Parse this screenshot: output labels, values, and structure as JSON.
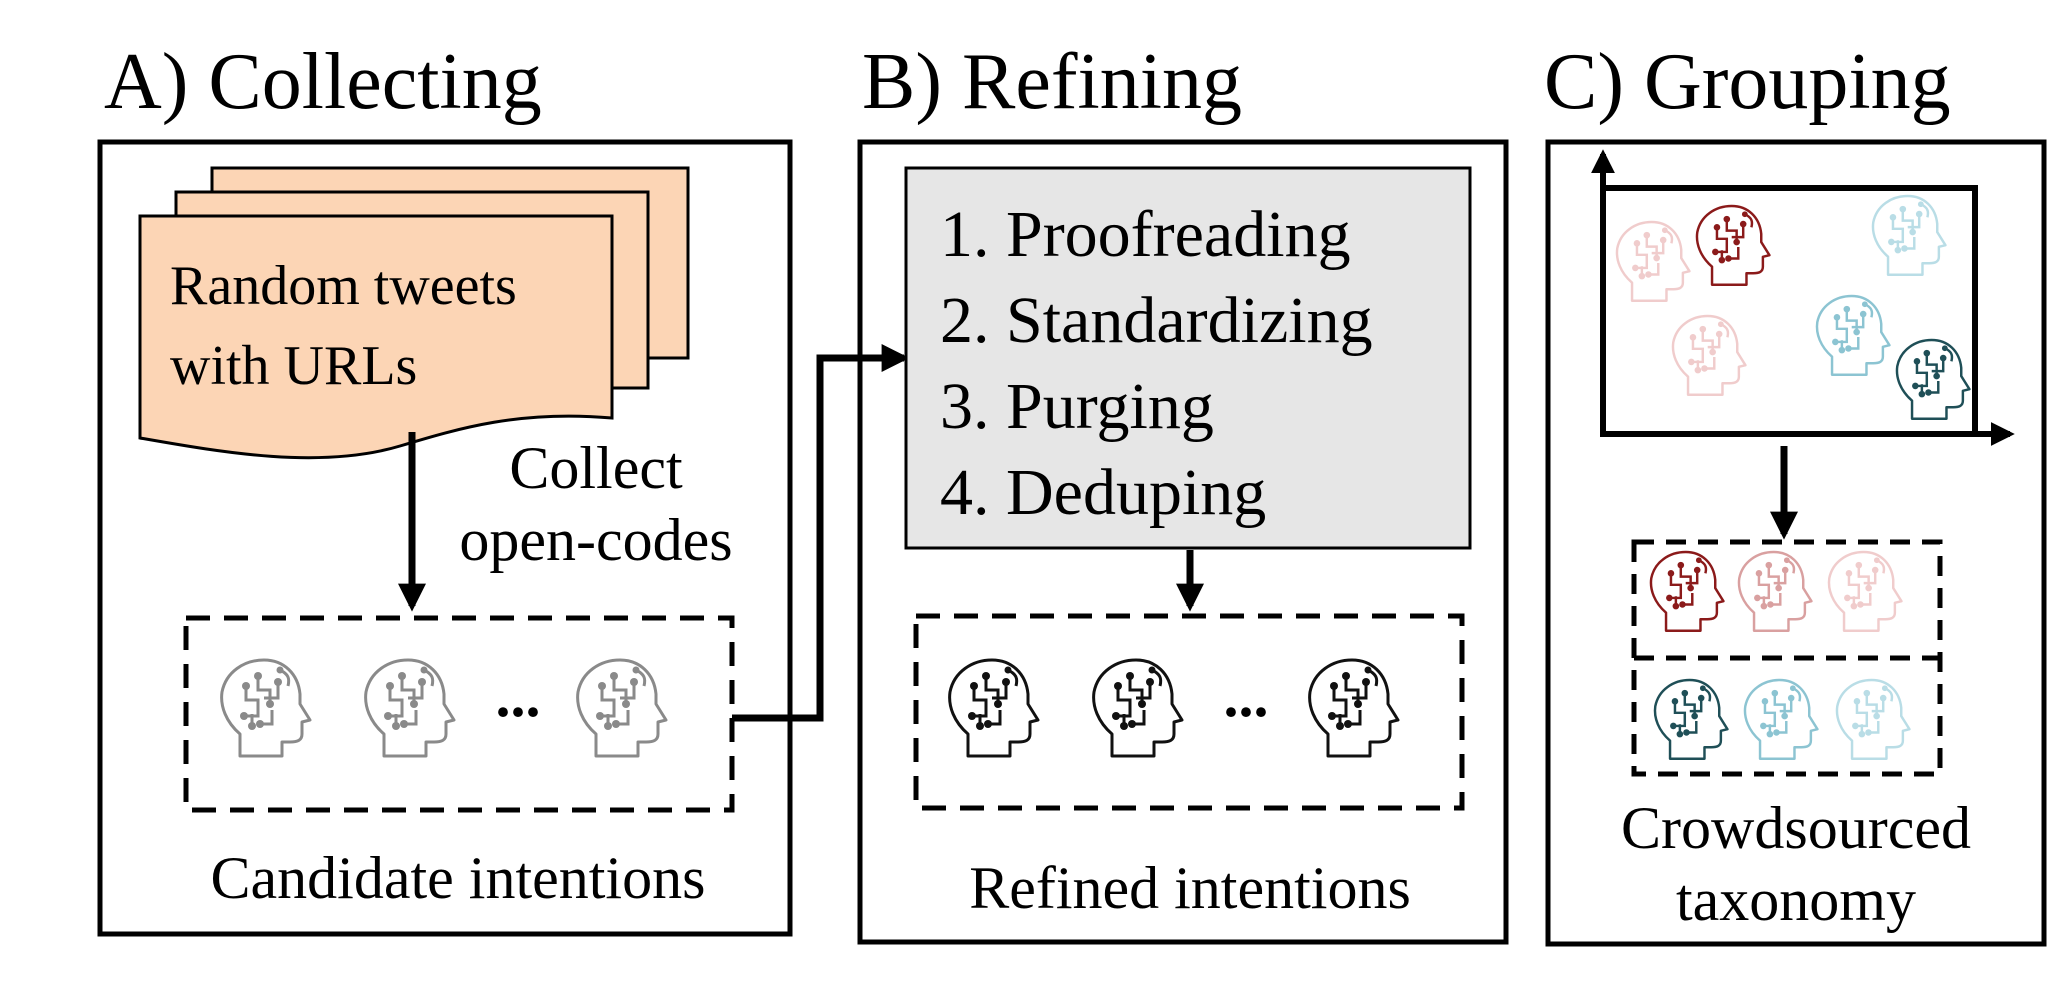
{
  "panels": {
    "a": {
      "title": "A) Collecting",
      "document_text": [
        "Random tweets",
        "with URLs"
      ],
      "arrow_label": [
        "Collect",
        "open-codes"
      ],
      "box_label": "Candidate intentions",
      "ellipsis": "..."
    },
    "b": {
      "title": "B) Refining",
      "steps": [
        "1. Proofreading",
        "2. Standardizing",
        "3. Purging",
        "4. Deduping"
      ],
      "box_label": "Refined intentions",
      "ellipsis": "..."
    },
    "c": {
      "title": "C) Grouping",
      "box_label": [
        "Crowdsourced",
        "taxonomy"
      ]
    }
  },
  "colors": {
    "doc_fill": "#fcd5b5",
    "steps_fill": "#e6e6e6",
    "head_gray": "#8a8a8a",
    "head_black": "#111111",
    "red_dark": "#8b1a1a",
    "red_mid": "#d9a0a0",
    "red_light": "#f0cccc",
    "teal_dark": "#1f4f57",
    "teal_mid": "#8cc4d2",
    "teal_light": "#b9dde6"
  },
  "icons": [
    "brain-circuit-head-icon",
    "arrow-icon",
    "document-stack-icon"
  ]
}
